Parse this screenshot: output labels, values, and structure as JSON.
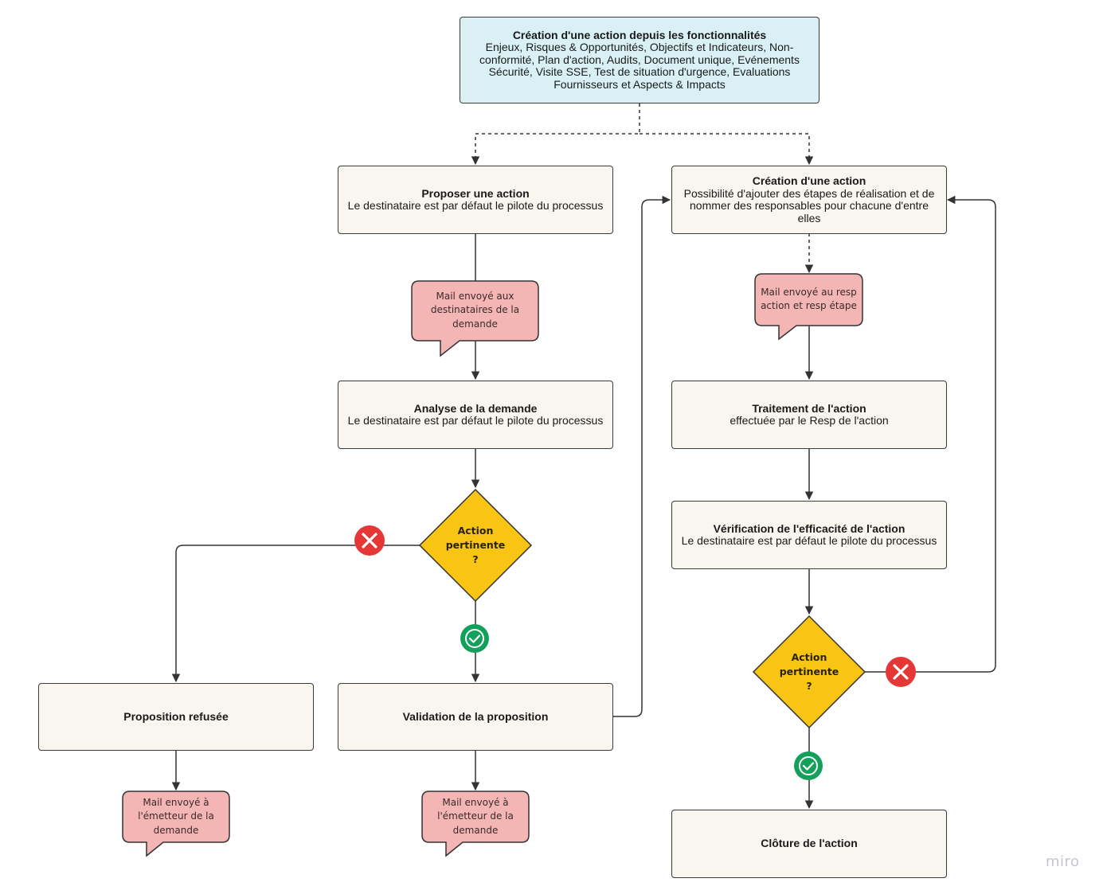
{
  "diagram": {
    "top_box": {
      "title": "Création d'une action depuis les fonctionnalités",
      "lines": [
        "Enjeux, Risques & Opportunités, Objectifs et Indicateurs, Non-",
        "conformité, Plan d'action, Audits, Document unique, Evénements",
        "Sécurité, Visite SSE, Test de situation d'urgence, Evaluations",
        "Fournisseurs et Aspects & Impacts"
      ]
    },
    "proposer": {
      "title": "Proposer une action",
      "subtitle": "Le destinataire est par défaut le pilote du processus"
    },
    "mail_destinataires": {
      "lines": [
        "Mail envoyé aux",
        "destinataires de la",
        "demande"
      ]
    },
    "analyse": {
      "title": "Analyse de la demande",
      "subtitle": "Le destinataire est par défaut le pilote du processus"
    },
    "decision_left": {
      "lines": [
        "Action",
        "pertinente",
        "?"
      ]
    },
    "refusee": {
      "title": "Proposition refusée"
    },
    "validation": {
      "title": "Validation de la proposition"
    },
    "mail_emetteur_1": {
      "lines": [
        "Mail envoyé à",
        "l'émetteur de la",
        "demande"
      ]
    },
    "mail_emetteur_2": {
      "lines": [
        "Mail envoyé à",
        "l'émetteur de la",
        "demande"
      ]
    },
    "creation": {
      "title": "Création d'une action",
      "lines": [
        "Possibilité d'ajouter des étapes de réalisation et de",
        "nommer des responsables pour chacune d'entre",
        "elles"
      ]
    },
    "mail_resp": {
      "lines": [
        "Mail envoyé au resp",
        "action et resp étape"
      ]
    },
    "traitement": {
      "title": "Traitement de l'action",
      "subtitle": "effectuée par le Resp de l'action"
    },
    "verification": {
      "title": "Vérification de l'efficacité de l'action",
      "subtitle": "Le destinataire est par défaut le pilote du processus"
    },
    "decision_right": {
      "lines": [
        "Action",
        "pertinente",
        "?"
      ]
    },
    "cloture": {
      "title": "Clôture de l'action"
    },
    "watermark": "miro",
    "colors": {
      "box_fill": "#f9f6ef",
      "top_box_fill": "#d9f1f5",
      "bubble_fill": "#f4b5b5",
      "diamond_fill": "#f8c514",
      "reject_red": "#e63737",
      "accept_green": "#12a05a"
    },
    "icons": [
      "reject-x-icon",
      "accept-check-icon"
    ]
  }
}
